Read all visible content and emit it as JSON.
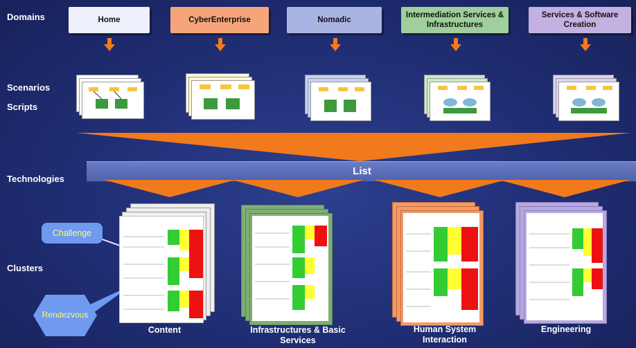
{
  "row_labels": {
    "domains": "Domains",
    "scenarios": "Scenarios",
    "scripts": "Scripts",
    "technologies": "Technologies",
    "clusters": "Clusters"
  },
  "domains": [
    {
      "label": "Home",
      "color": "#eef0fb"
    },
    {
      "label": "CyberEnterprise",
      "color": "#f6a57a"
    },
    {
      "label": "Nomadic",
      "color": "#a9b4e3"
    },
    {
      "label": "Intermediation Services & Infrastructures",
      "color": "#9fcf9a"
    },
    {
      "label": "Services & Software Creation",
      "color": "#c3b1e2"
    }
  ],
  "list_label": "List",
  "clusters": [
    {
      "label": "Content",
      "color": "#e6e6ef"
    },
    {
      "label": "Infrastructures & Basic Services",
      "color": "#7fae72"
    },
    {
      "label": "Human System Interaction",
      "color": "#f29a68"
    },
    {
      "label": "Engineering",
      "color": "#b7a9de"
    }
  ],
  "callouts": {
    "challenge": "Challenge",
    "rendezvous": "Rendezvous"
  },
  "colors": {
    "arrow": "#f07a1c",
    "background": "#1f2d73"
  }
}
